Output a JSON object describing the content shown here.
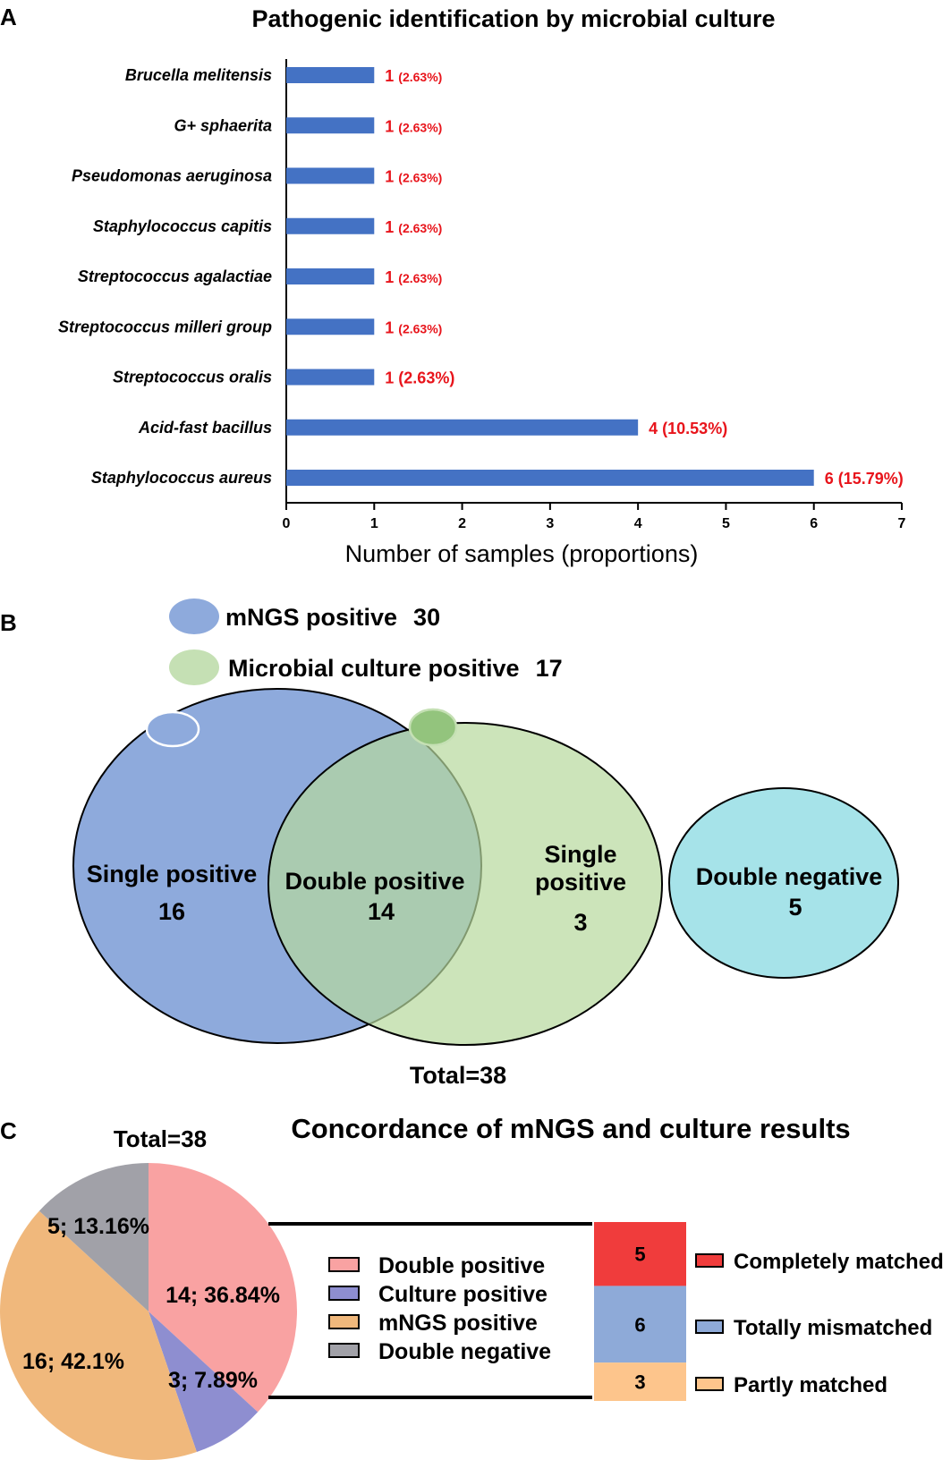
{
  "panel_a": {
    "letter": "A",
    "title": "Pathogenic identification by microbial culture",
    "bar_color": "#4472c4",
    "label_color": "#e8141b"
  },
  "panel_b": {
    "letter": "B",
    "legend": {
      "mngs_label": "mNGS positive",
      "mngs_value": "30",
      "culture_label": "Microbial culture positive",
      "culture_value": "17"
    },
    "regions": {
      "left_label": "Single positive",
      "left_value": "16",
      "overlap_label": "Double positive",
      "overlap_value": "14",
      "right_label_line1": "Single",
      "right_label_line2": "positive",
      "right_value": "3",
      "negative_label": "Double negative",
      "negative_value": "5"
    },
    "total": "Total=38",
    "colors": {
      "mngs": "#8eaadc",
      "culture": "#c5e0b4",
      "negative": "#a6e3e9"
    }
  },
  "panel_c": {
    "letter": "C",
    "title": "Concordance of mNGS and culture results",
    "total": "Total=38",
    "pie_legend": [
      "Double positive",
      "Culture positive",
      "mNGS positive",
      "Double negative"
    ],
    "stack_legend": [
      "Completely matched",
      "Totally mismatched",
      "Partly matched"
    ],
    "stack_colors": [
      "#f03c3c",
      "#8eaad8",
      "#fdc58c"
    ]
  },
  "chart_data": [
    {
      "type": "bar",
      "orientation": "horizontal",
      "title": "Pathogenic identification by microbial culture",
      "xlabel": "Number of samples (proportions)",
      "ylabel": "",
      "xlim": [
        0,
        7
      ],
      "xticks": [
        0,
        1,
        2,
        3,
        4,
        5,
        6,
        7
      ],
      "grid": false,
      "categories": [
        "Brucella melitensis",
        "G+ sphaerita",
        "Pseudomonas aeruginosa",
        "Staphylococcus capitis",
        "Streptococcus agalactiae",
        "Streptococcus milleri  group",
        "Streptococcus oralis",
        "Acid-fast bacillus",
        "Staphylococcus aureus"
      ],
      "values": [
        1,
        1,
        1,
        1,
        1,
        1,
        1,
        4,
        6
      ],
      "value_labels": [
        "1",
        "1",
        "1",
        "1",
        "1",
        "1",
        "1",
        "4",
        "6"
      ],
      "percent_labels": [
        "(2.63%)",
        "(2.63%)",
        "(2.63%)",
        "(2.63%)",
        "(2.63%)",
        "(2.63%)",
        "(2.63%)",
        "(10.53%)",
        "(15.79%)"
      ]
    },
    {
      "type": "pie",
      "title": "Total=38",
      "categories": [
        "Double positive",
        "Culture positive",
        "mNGS positive",
        "Double negative"
      ],
      "values": [
        14,
        3,
        16,
        5
      ],
      "labels": [
        "14; 36.84%",
        "3; 7.89%",
        "16; 42.1%",
        "5; 13.16%"
      ],
      "colors": [
        "#f9a2a2",
        "#8e8ed0",
        "#f0b87c",
        "#a1a1a8"
      ],
      "legend": "right"
    },
    {
      "type": "bar",
      "stacked": true,
      "title": "Concordance of mNGS and culture results",
      "categories": [
        "Double positive"
      ],
      "series": [
        {
          "name": "Completely matched",
          "values": [
            5
          ]
        },
        {
          "name": "Totally mismatched",
          "values": [
            6
          ]
        },
        {
          "name": "Partly matched",
          "values": [
            3
          ]
        }
      ],
      "legend": "right"
    }
  ]
}
